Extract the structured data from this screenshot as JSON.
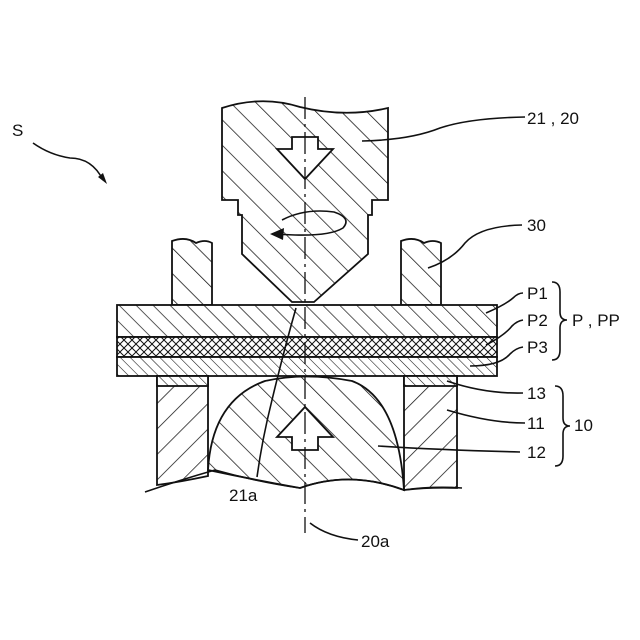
{
  "figure": {
    "labels": {
      "system": "S",
      "tool": "21 , 20",
      "clamp": "30",
      "p1": "P1",
      "p2": "P2",
      "p3": "P3",
      "p_group": "P , PP",
      "ring": "13",
      "outer": "11",
      "anvil": "12",
      "backing_group": "10",
      "probe_end": "21a",
      "axis": "20a"
    }
  }
}
